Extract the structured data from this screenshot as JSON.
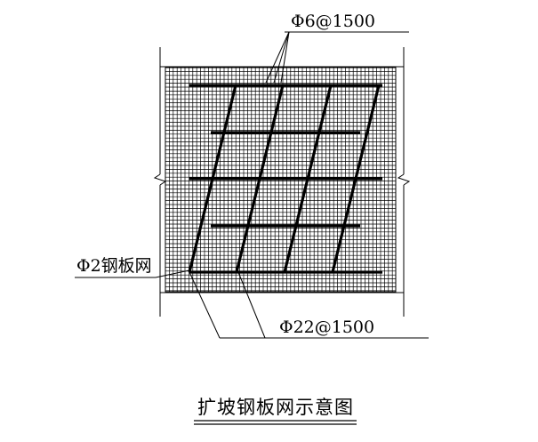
{
  "labels": {
    "top_rebar": "Φ6@1500",
    "left_mesh": "Φ2钢板网",
    "bottom_rebar": "Φ22@1500"
  },
  "title": "扩坡钢板网示意图",
  "colors": {
    "ink": "#000000",
    "background": "#ffffff"
  }
}
